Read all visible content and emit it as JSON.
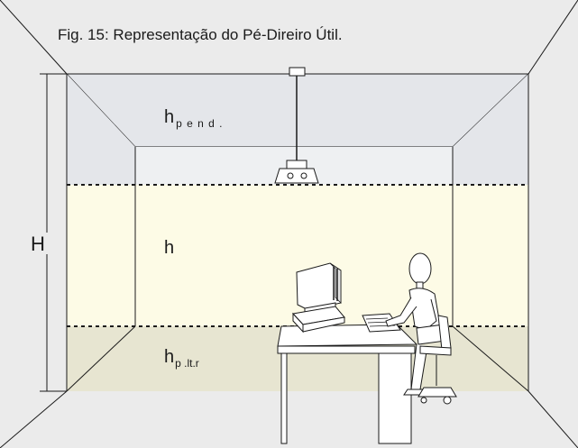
{
  "figure": {
    "caption": "Fig. 15: Representação do Pé-Direiro Útil."
  },
  "labels": {
    "H": "H",
    "h_pend_base": "h",
    "h_pend_sub": "p e n d .",
    "h_main": "h",
    "h_plt_base": "h",
    "h_plt_sub": "p .lt.r"
  },
  "colors": {
    "ceiling": "#e4e6ea",
    "workzone": "#fdfbe6",
    "floor": "#e7e5d1",
    "backwall": "#f6f5f3",
    "frame": "#eaeaea",
    "lines": "#1a1a1a"
  }
}
